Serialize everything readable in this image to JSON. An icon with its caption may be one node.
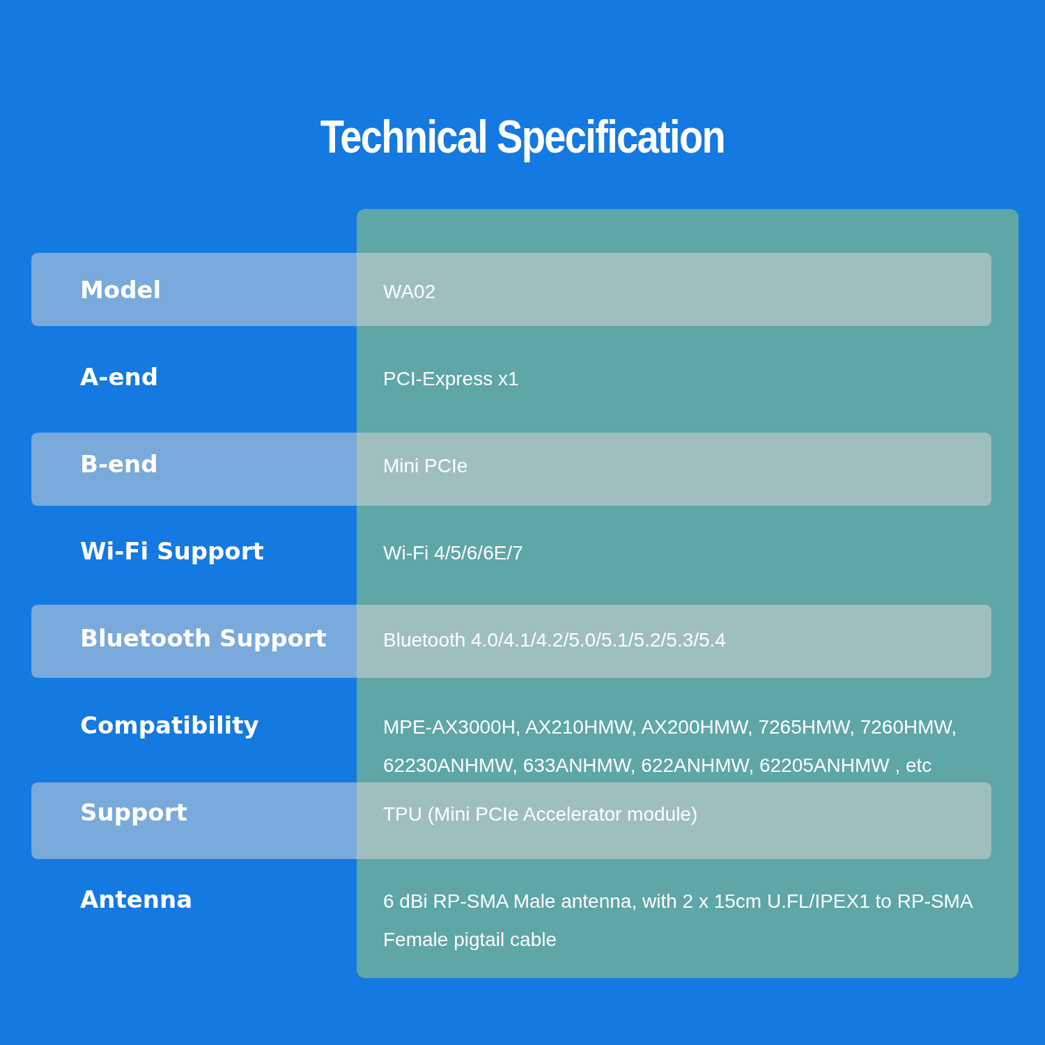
{
  "diagram": {
    "title": "Technical Specification",
    "labels": [
      "Model",
      "WA02",
      "A-end",
      "PCI-Express x1",
      "B-end",
      "Mini PCIe",
      "Wi-Fi Support",
      "Wi-Fi 4/5/6/6E/7",
      "Bluetooth Support",
      "Bluetooth 4.0/4.1/4.2/5.0/5.1/5.2/5.3/5.4",
      "Compatibility",
      "MPE-AX3000H, AX210HMW, AX200HMW, 7265HMW, 7260HMW, 62230ANHMW, 633ANHMW, 622ANHMW, 62205ANHMW , etc",
      "Support",
      "TPU (Mini PCIe Accelerator module)",
      "Antenna",
      "6 dBi RP-SMA Male antenna, with 2 x 15cm U.FL/IPEX1 to RP-SMA Female pigtail cable"
    ]
  }
}
